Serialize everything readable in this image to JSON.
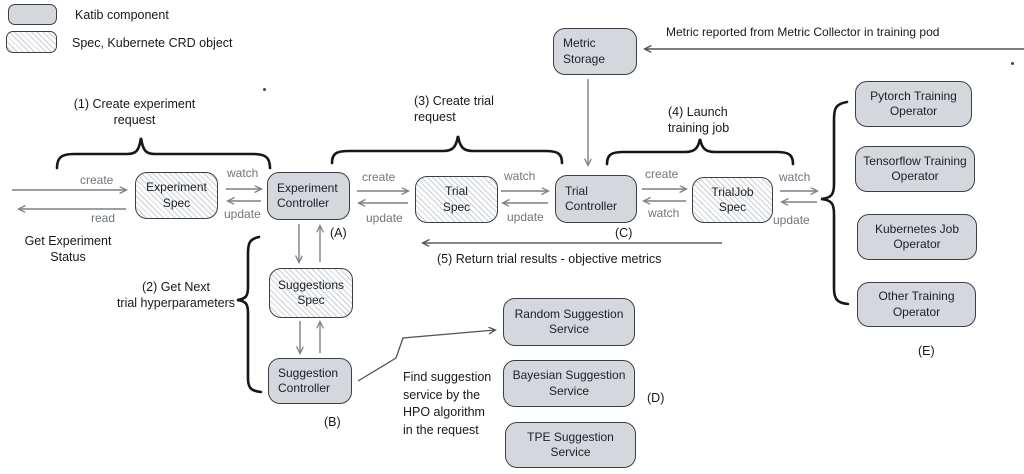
{
  "title": "Katib architecture diagram",
  "colors": {
    "node_fill": "#d4d8dc",
    "node_border": "#3a3f45",
    "hatch_line": "#ccd1d7",
    "arrow_gray": "#7a8187",
    "arrow_dark": "#4d5358",
    "brace_ink": "#15171a",
    "edge_label_gray": "#6f757c",
    "text_ink": "#17191c"
  },
  "legend": {
    "katib_label": "Katib component",
    "spec_label": "Spec, Kubernete CRD object"
  },
  "nodes": {
    "metric_storage": "Metric\nStorage",
    "experiment_spec": "Experiment\nSpec",
    "experiment_controller": "Experiment\nController",
    "trial_spec": "Trial\nSpec",
    "trial_controller": "Trial\nController",
    "trialjob_spec": "TrialJob\nSpec",
    "suggestions_spec": "Suggestions\nSpec",
    "suggestion_controller": "Suggestion\nController",
    "random_service": "Random Suggestion\nService",
    "bayesian_service": "Bayesian Suggestion\nService",
    "tpe_service": "TPE Suggestion\nService",
    "pytorch_operator": "Pytorch Training\nOperator",
    "tensorflow_operator": "Tensorflow Training\nOperator",
    "kubernetes_job_operator": "Kubernetes Job\nOperator",
    "other_operator": "Other Training\nOperator"
  },
  "edge_labels": {
    "es_create": "create",
    "es_read": "read",
    "ec_watch": "watch",
    "ec_update": "update",
    "ts_create": "create",
    "ts_update": "update",
    "tc_watch": "watch",
    "tc_update": "update",
    "tj_create": "create",
    "tj_watch": "watch",
    "op_watch": "watch",
    "op_update": "update"
  },
  "annotations": {
    "step1": "(1) Create experiment\nrequest",
    "step2": "(2) Get Next\ntrial hyperparameters",
    "step3": "(3) Create trial\nrequest",
    "step4": "(4) Launch\ntraining job",
    "step5": "(5) Return trial results - objective metrics",
    "metric_note": "Metric reported from Metric Collector in training pod",
    "get_status": "Get Experiment\nStatus",
    "find_note": "Find suggestion\nservice by the\nHPO algorithm\nin the request",
    "ref_a": "(A)",
    "ref_b": "(B)",
    "ref_c": "(C)",
    "ref_d": "(D)",
    "ref_e": "(E)"
  }
}
